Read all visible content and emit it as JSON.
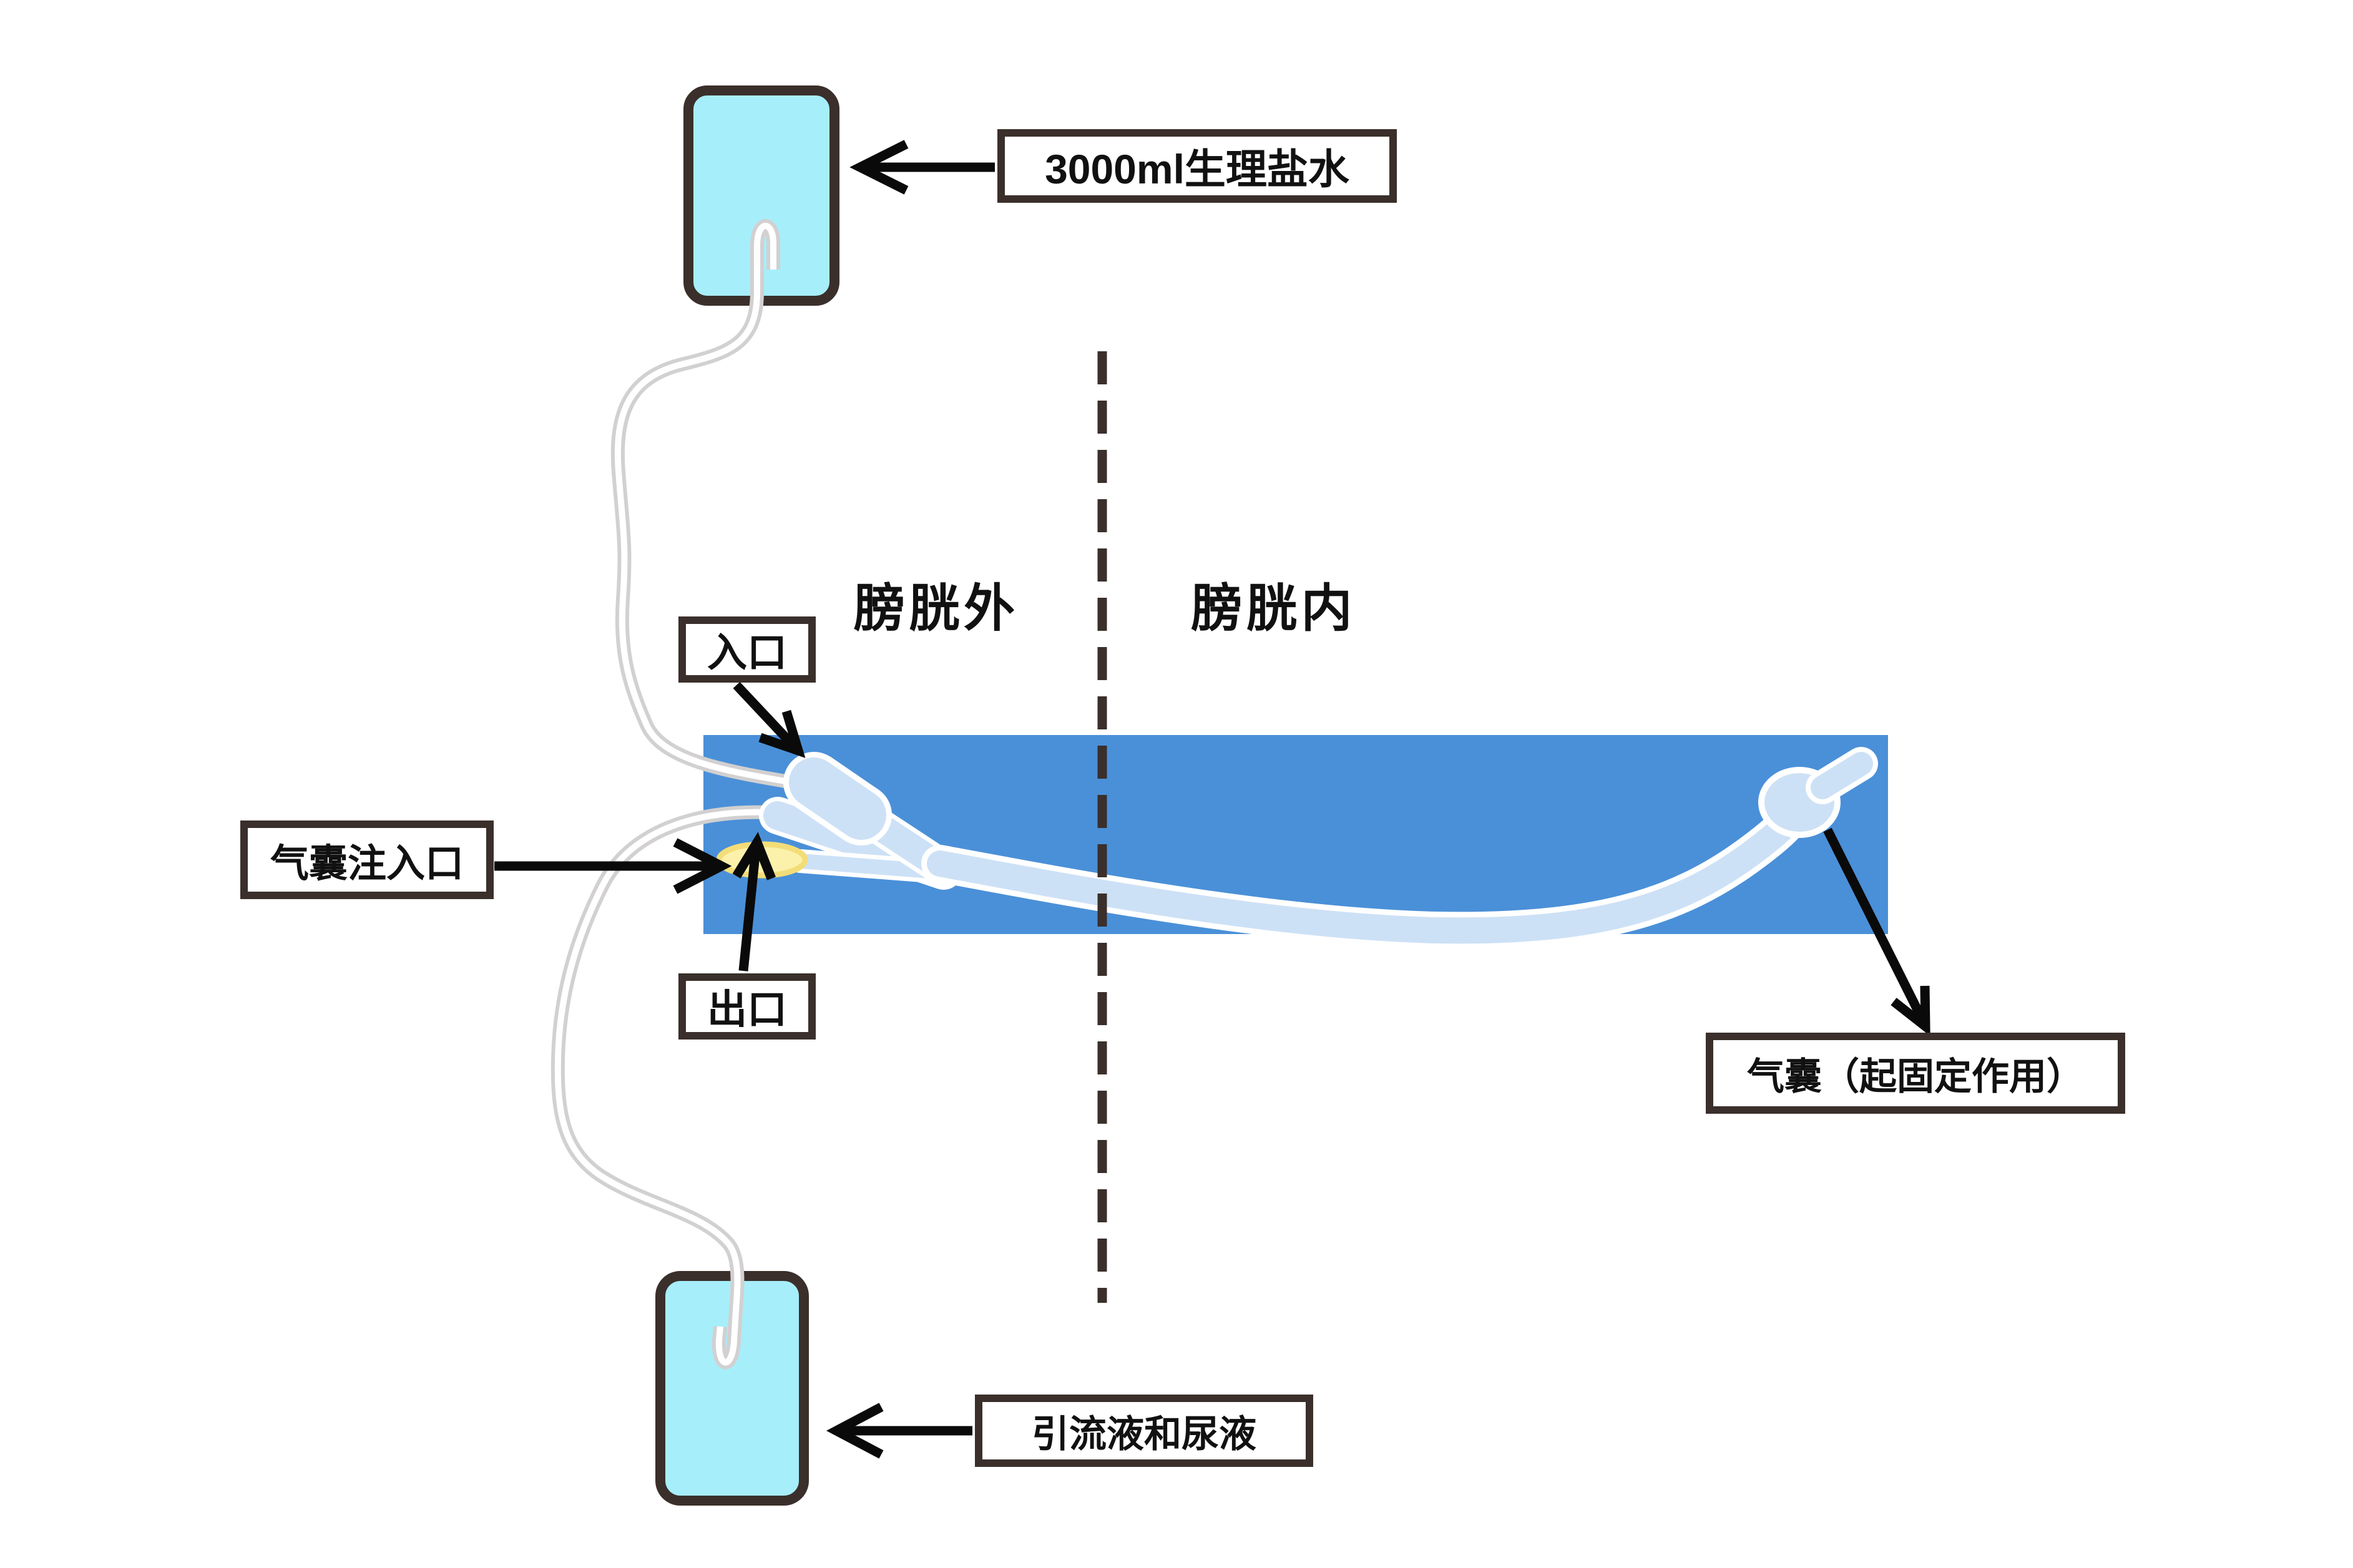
{
  "labels": {
    "saline_bag": "3000ml生理盐水",
    "inlet": "入口",
    "balloon_port": "气囊注入口",
    "outlet": "出口",
    "fixation_balloon": "气囊（起固定作用）",
    "drainage": "引流液和尿液"
  },
  "regions": {
    "outside_bladder": "膀胱外",
    "inside_bladder": "膀胱内"
  },
  "colors": {
    "bladder_band": "#4a90d8",
    "bag_fill": "#a7eefb",
    "dark_outline": "#3a2f2b",
    "catheter_fill": "#cde1f6",
    "catheter_outline": "#ffffff",
    "tube_gray": "#d2d0d0",
    "port_tip_fill": "#fbf1ab",
    "port_tip_stroke": "#f3dd78",
    "arrow": "#0a0a0a",
    "text": "#111111"
  }
}
